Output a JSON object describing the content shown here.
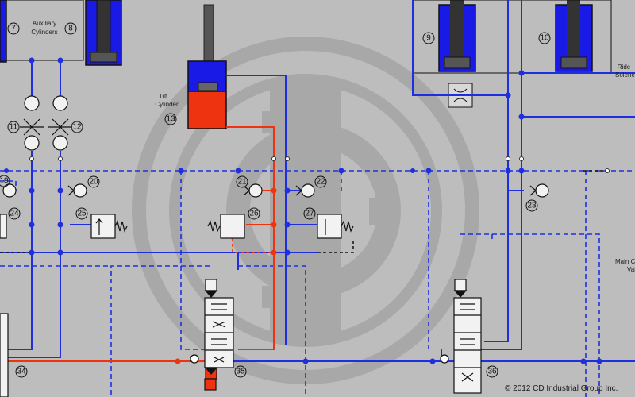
{
  "labels": {
    "aux_cylinders_line1": "Auxiliary",
    "aux_cylinders_line2": "Cylinders",
    "tilt_cylinder_line1": "Tilt",
    "tilt_cylinder_line2": "Cylinder",
    "ride_solenoid_line1": "Ride",
    "ride_solenoid_line2": "Solenc",
    "main_valve_line1": "Main C",
    "main_valve_line2": "Val"
  },
  "components": {
    "c7": "7",
    "c8": "8",
    "c9": "9",
    "c10": "10",
    "c11": "11",
    "c12": "12",
    "c13": "13",
    "c19": "19",
    "c20": "20",
    "c21": "21",
    "c22": "22",
    "c23": "23",
    "c24": "24",
    "c25": "25",
    "c26": "26",
    "c27": "27",
    "c34": "34",
    "c35": "35",
    "c36": "36"
  },
  "copyright": "© 2012 CD Industrial Group Inc.",
  "colors": {
    "background": "#bdbdbd",
    "hydraulic_line": "#1f2fe0",
    "pressure_line": "#ee3311",
    "cylinder_fill": "#1a1ae6",
    "tilt_cylinder_fill": "#ee3311",
    "watermark": "#a6a6a6"
  }
}
